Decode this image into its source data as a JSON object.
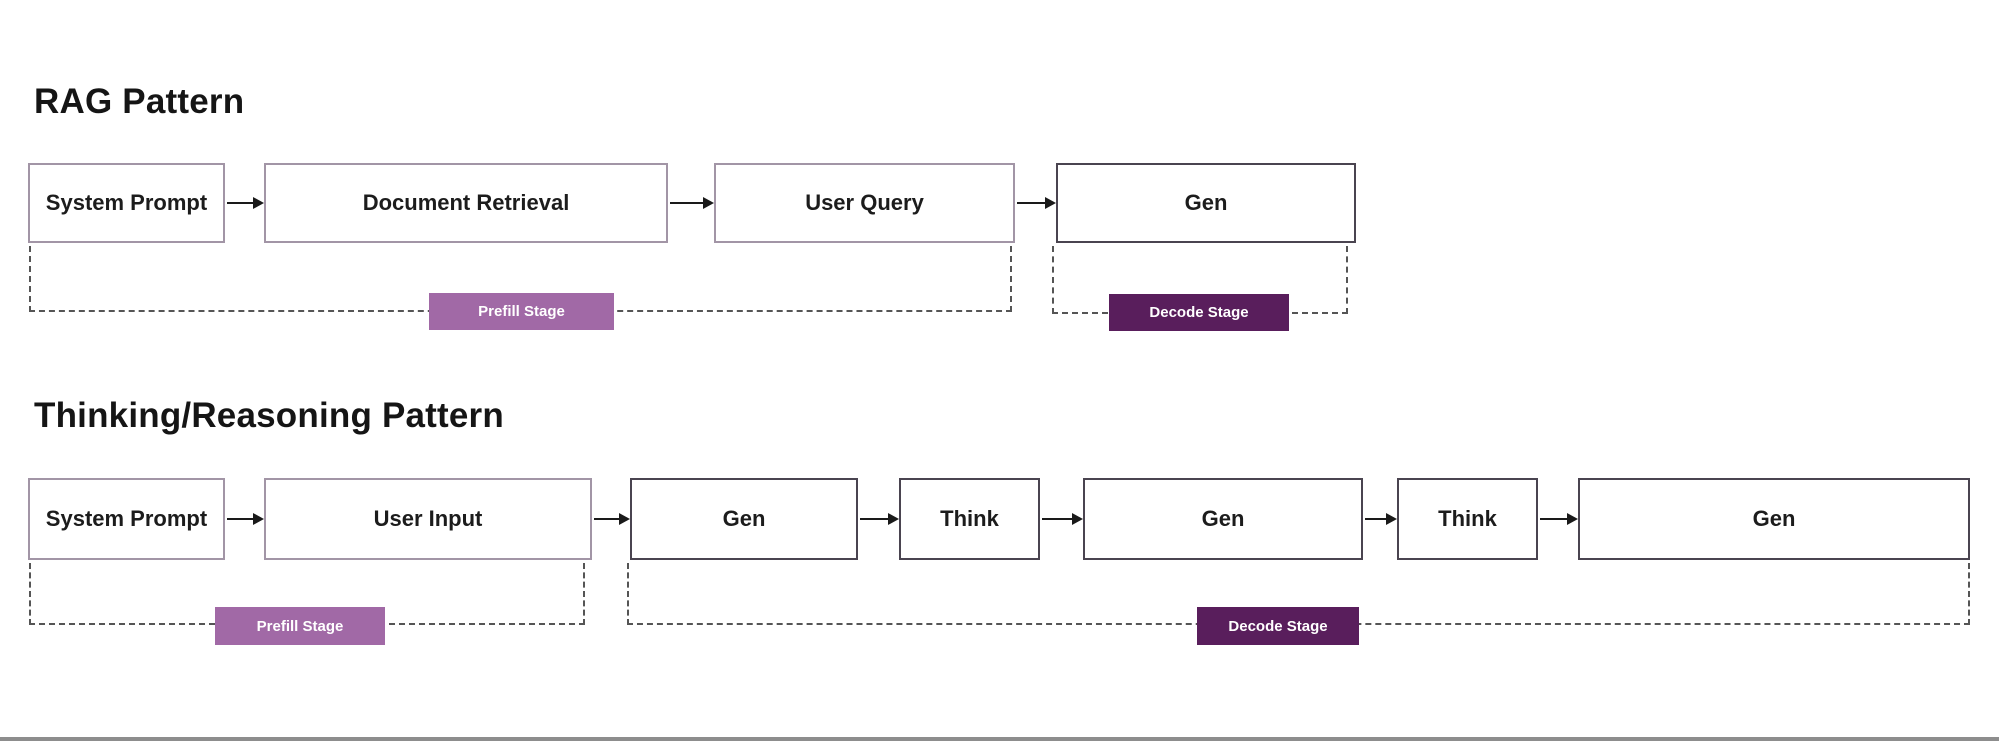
{
  "colors": {
    "background": "#ffffff",
    "box_border_light": "#a295a6",
    "box_border_dark": "#4a4450",
    "box_text": "#1c1c1c",
    "title_text": "#151515",
    "arrow": "#1a1a1a",
    "dashed_line": "#555555",
    "prefill_stage_bg": "#a169a6",
    "decode_stage_bg": "#591e5c",
    "stage_text": "#ffffff",
    "footer_bar": "#8d8d8d"
  },
  "diagrams": [
    {
      "title": "RAG Pattern",
      "nodes": [
        {
          "label": "System Prompt"
        },
        {
          "label": "Document Retrieval"
        },
        {
          "label": "User Query"
        },
        {
          "label": "Gen"
        }
      ],
      "stages": [
        {
          "label": "Prefill Stage"
        },
        {
          "label": "Decode Stage"
        }
      ]
    },
    {
      "title": "Thinking/Reasoning Pattern",
      "nodes": [
        {
          "label": "System Prompt"
        },
        {
          "label": "User Input"
        },
        {
          "label": "Gen"
        },
        {
          "label": "Think"
        },
        {
          "label": "Gen"
        },
        {
          "label": "Think"
        },
        {
          "label": "Gen"
        }
      ],
      "stages": [
        {
          "label": "Prefill Stage"
        },
        {
          "label": "Decode Stage"
        }
      ]
    }
  ]
}
